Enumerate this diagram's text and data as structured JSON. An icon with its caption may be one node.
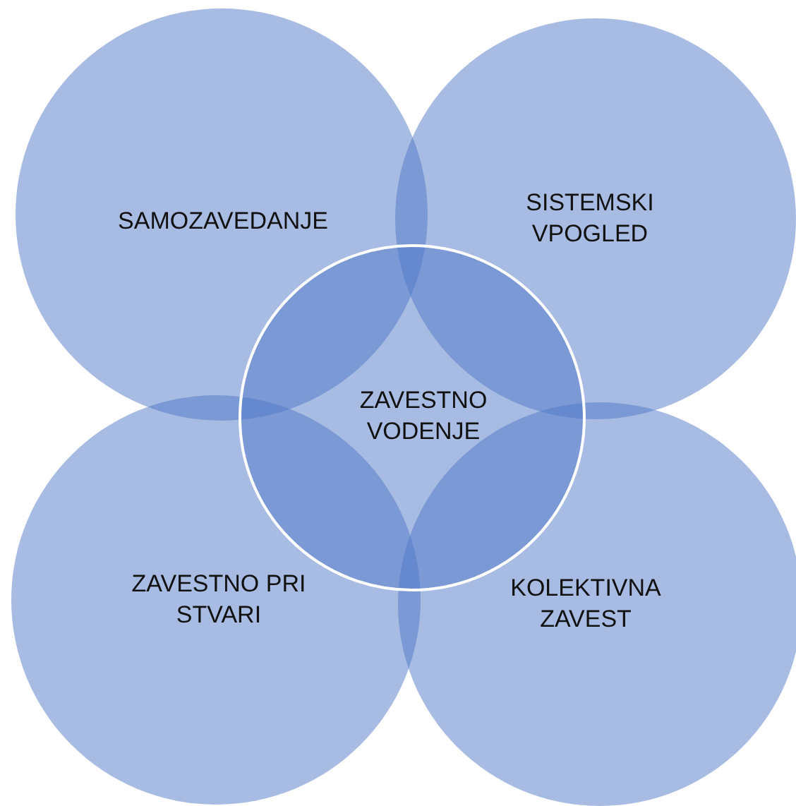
{
  "diagram": {
    "nodes": [
      {
        "text": [
          "SAMOZAVEDANJE"
        ]
      },
      {
        "text": [
          "SISTEMSKI VPOGLED"
        ]
      },
      {
        "text": [
          "ZAVESTNO VODENJE"
        ]
      },
      {
        "text": [
          "ZAVESTNO PRI STVARI"
        ]
      },
      {
        "text": [
          "KOLEKTIVNA ZAVEST"
        ]
      }
    ]
  }
}
